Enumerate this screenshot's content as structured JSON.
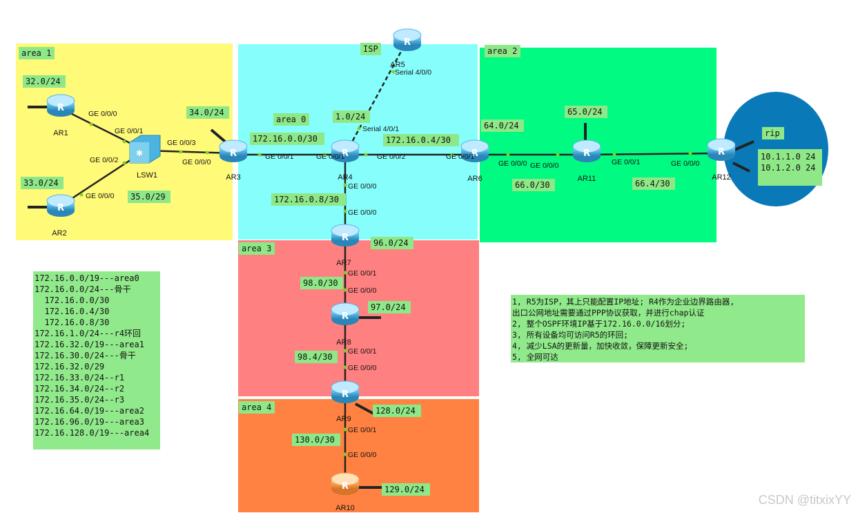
{
  "areas": {
    "area1": "area 1",
    "area0": "area 0",
    "area2": "area 2",
    "area3": "area 3",
    "area4": "area 4",
    "isp": "ISP",
    "rip": "rip"
  },
  "colors": {
    "area1": "#fffa78",
    "area0": "#86fffc",
    "area2": "#00fa82",
    "area3": "#ff8080",
    "area4": "#ff8242",
    "rip": "#0a79b8",
    "label_bg": "#8ee887",
    "router": "#4ab4de",
    "router_orange": "#f59a3e"
  },
  "routers": {
    "ar1": "AR1",
    "ar2": "AR2",
    "lsw1": "LSW1",
    "ar3": "AR3",
    "ar4": "AR4",
    "ar5": "AR5",
    "ar6": "AR6",
    "ar11": "AR11",
    "ar12": "AR12",
    "ar7": "AR7",
    "ar8": "AR8",
    "ar9": "AR9",
    "ar10": "AR10",
    "router_glyph": "R"
  },
  "ports": {
    "ar1_g000": "GE 0/0/0",
    "lsw_g001": "GE 0/0/1",
    "lsw_g002": "GE 0/0/2",
    "ar2_g000": "GE 0/0/0",
    "lsw_g003": "GE 0/0/3",
    "ar3_g000": "GE 0/0/0",
    "ar3_g001": "GE 0/0/1",
    "ar4_g001": "GE 0/0/1",
    "ar4_g002": "GE 0/0/2",
    "ar6_g001": "GE 0/0/1",
    "ar6_g000": "GE 0/0/0",
    "ar11_g000": "GE 0/0/0",
    "ar11_g001": "GE 0/0/1",
    "ar12_g000": "GE 0/0/0",
    "ar5_s400": "Serial 4/0/0",
    "ar4_s401": "Serial 4/0/1",
    "ar4_g000": "GE 0/0/0",
    "ar7_g000_top": "GE 0/0/0",
    "ar7_g001": "GE 0/0/1",
    "ar8_g000": "GE 0/0/0",
    "ar8_g001": "GE 0/0/1",
    "ar9_g000": "GE 0/0/0",
    "ar9_g001": "GE 0/0/1",
    "ar10_g000": "GE 0/0/0"
  },
  "subnets": {
    "s32": "32.0/24",
    "s33": "33.0/24",
    "s34": "34.0/24",
    "s35": "35.0/29",
    "s1": "1.0/24",
    "s0": "172.16.0.0/30",
    "s4": "172.16.0.4/30",
    "s8": "172.16.0.8/30",
    "s64": "64.0/24",
    "s65": "65.0/24",
    "s66_0": "66.0/30",
    "s66_4": "66.4/30",
    "s96": "96.0/24",
    "s98_0": "98.0/30",
    "s97": "97.0/24",
    "s98_4": "98.4/30",
    "s128": "128.0/24",
    "s130": "130.0/30",
    "s129": "129.0/24",
    "rip1": "10.1.1.0 24",
    "rip2": "10.1.2.0 24"
  },
  "address_plan": [
    "172.16.0.0/19---area0",
    "172.16.0.0/24---骨干",
    "  172.16.0.0/30",
    "  172.16.0.4/30",
    "  172.16.0.8/30",
    "172.16.1.0/24---r4环回",
    "172.16.32.0/19---area1",
    "172.16.30.0/24---骨干",
    "172.16.32.0/29",
    "172.16.33.0/24--r1",
    "172.16.34.0/24--r2",
    "172.16.35.0/24--r3",
    "172.16.64.0/19---area2",
    "172.16.96.0/19---area3",
    "172.16.128.0/19---area4"
  ],
  "requirements": [
    "1, R5为ISP，其上只能配置IP地址; R4作为企业边界路由器,",
    "出口公网地址需要通过PPP协议获取，并进行chap认证",
    "2, 整个OSPF环境IP基于172.16.0.0/16划分;",
    "3, 所有设备均可访问R5的环回;",
    "4, 减少LSA的更新量，加快收敛，保障更新安全;",
    "5, 全网可达"
  ],
  "watermark": "CSDN @titxixYY"
}
